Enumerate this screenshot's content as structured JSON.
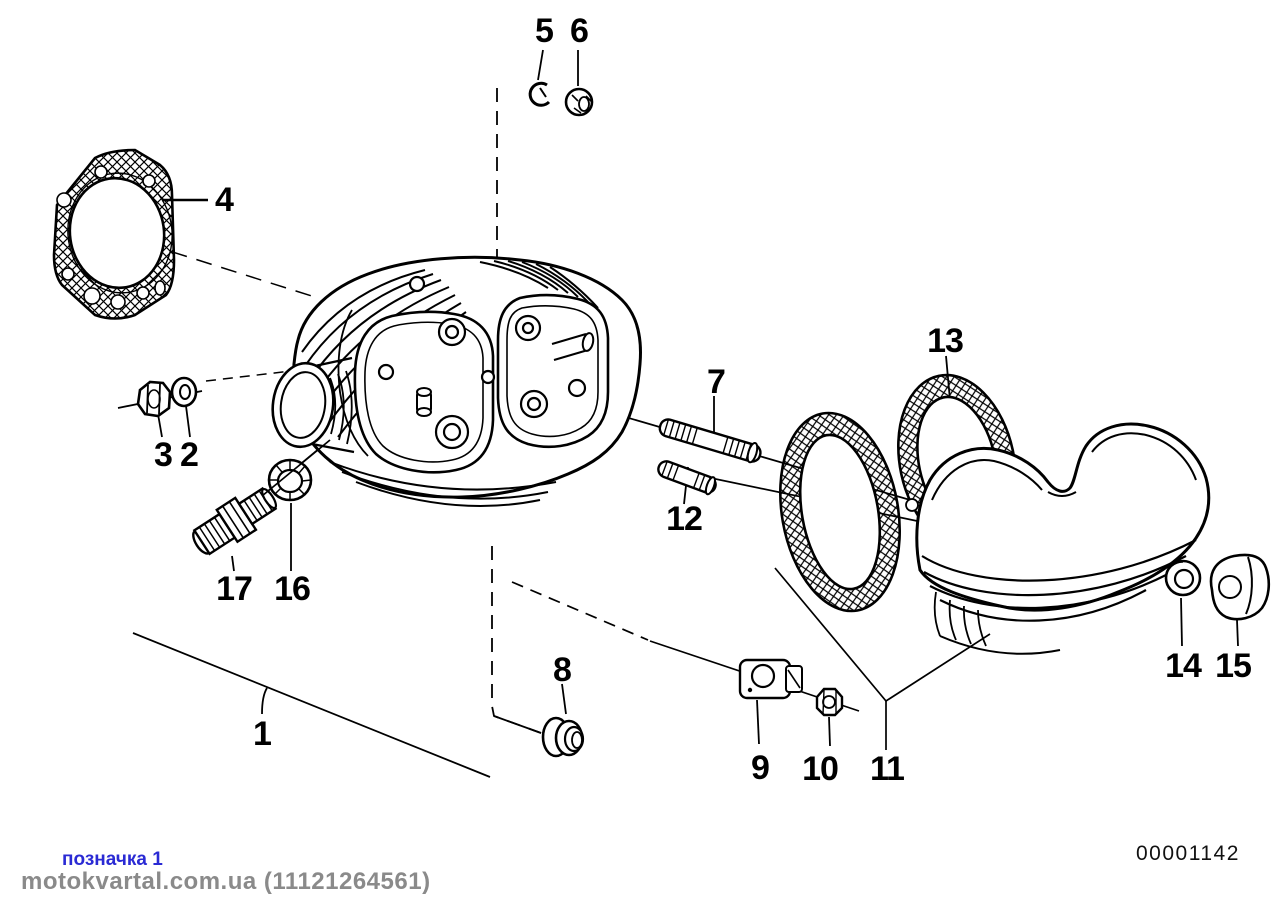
{
  "diagram_number": "00001142",
  "footer": {
    "mark_link": "позначка 1",
    "watermark": "motokvartal.com.ua (11121264561)"
  },
  "part_labels": [
    "1",
    "2",
    "3",
    "4",
    "5",
    "6",
    "7",
    "8",
    "9",
    "10",
    "11",
    "12",
    "13",
    "14",
    "15",
    "16",
    "17"
  ],
  "colors": {
    "ink": "#000000",
    "background": "#ffffff",
    "link_blue": "#2a2ad4",
    "watermark_gray": "#8a8a8a"
  }
}
